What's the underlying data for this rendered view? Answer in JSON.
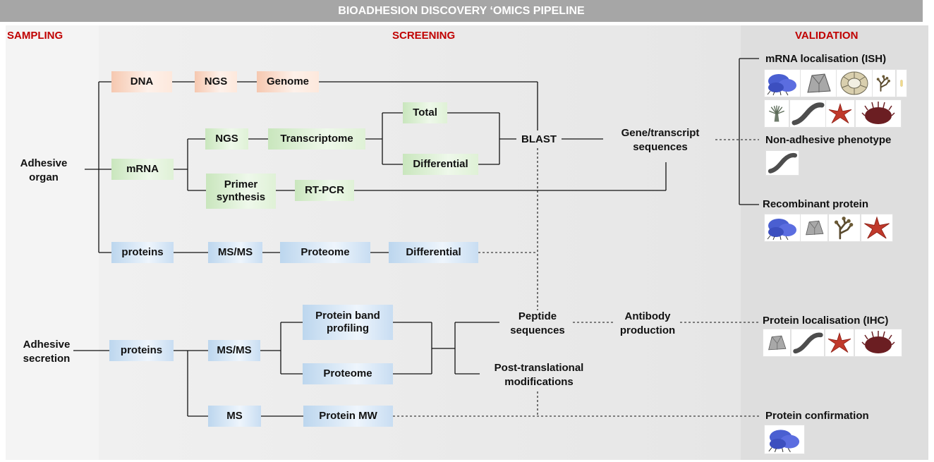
{
  "header": {
    "title": "BIOADHESION DISCOVERY ‘OMICS PIPELINE"
  },
  "sections": {
    "sampling": "SAMPLING",
    "screening": "SCREENING",
    "validation": "VALIDATION"
  },
  "sampling": {
    "organ": "Adhesive organ",
    "secretion": "Adhesive secretion"
  },
  "screening": {
    "dna": "DNA",
    "dna_ngs": "NGS",
    "genome": "Genome",
    "mrna": "mRNA",
    "mrna_ngs": "NGS",
    "transcriptome": "Transcriptome",
    "total": "Total",
    "differential_t": "Differential",
    "blast": "BLAST",
    "primer": "Primer synthesis",
    "rtpcr": "RT-PCR",
    "proteins_organ": "proteins",
    "msms_organ": "MS/MS",
    "proteome_organ": "Proteome",
    "differential_p": "Differential",
    "gene_seq": "Gene/transcript sequences",
    "proteins_sec": "proteins",
    "msms_sec": "MS/MS",
    "band_profiling": "Protein band profiling",
    "proteome_sec": "Proteome",
    "ms": "MS",
    "protein_mw": "Protein MW",
    "peptide_seq": "Peptide sequences",
    "ptm": "Post-translational modifications",
    "antibody": "Antibody production"
  },
  "validation": {
    "ish": "mRNA localisation (ISH)",
    "non_adhesive": "Non-adhesive phenotype",
    "recombinant": "Recombinant protein",
    "ihc": "Protein localisation (IHC)",
    "confirmation": "Protein confirmation"
  },
  "organisms": {
    "ish_row1": [
      "mussel-icon",
      "barnacle-icon",
      "limpet-shell-icon",
      "seaweed-icon",
      "tubeworm-icon"
    ],
    "ish_row2": [
      "sea-anemone-icon",
      "flatworm-icon",
      "sea-star-icon",
      "sea-urchin-icon"
    ],
    "non_adhesive": [
      "flatworm-icon"
    ],
    "recombinant": [
      "mussel-icon",
      "barnacle-icon",
      "seaweed-icon",
      "sea-star-icon"
    ],
    "ihc": [
      "barnacle-icon",
      "flatworm-icon",
      "sea-star-icon",
      "sea-urchin-icon"
    ],
    "confirmation": [
      "mussel-icon"
    ]
  },
  "colors": {
    "section_title": "#c00000",
    "banner": "#a6a6a6",
    "dna_box": "#f6c8b0",
    "mrna_box": "#c9e6bd",
    "protein_box": "#bcd6ee"
  }
}
